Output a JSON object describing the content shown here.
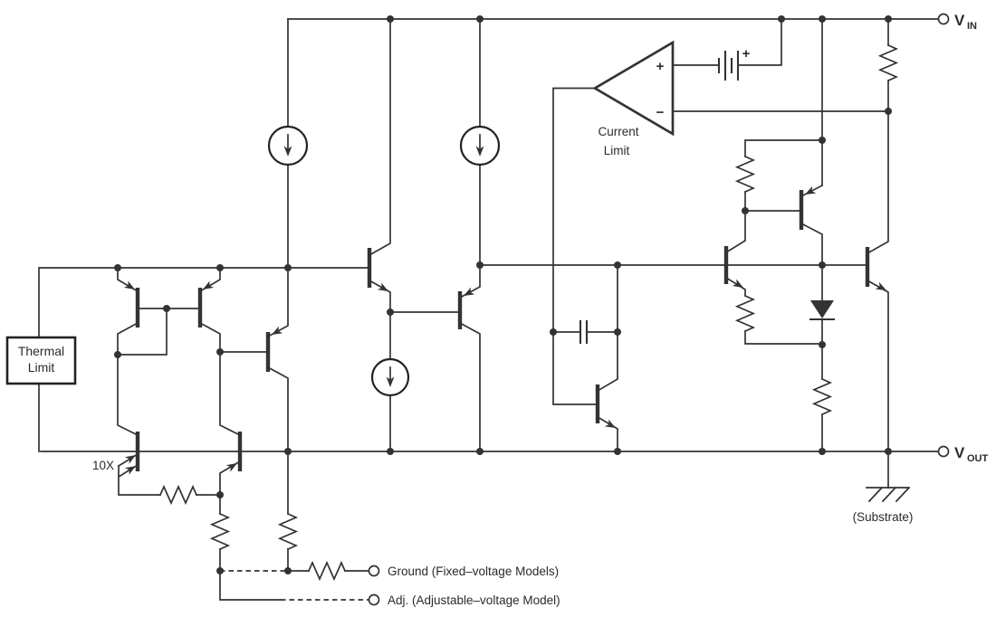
{
  "title": "Voltage regulator internal block diagram schematic",
  "colors": {
    "line": "#333333",
    "background": "#ffffff"
  },
  "labels": {
    "thermal_box": {
      "line1": "Thermal",
      "line2": "Limit"
    },
    "current_limit": {
      "line1": "Current",
      "line2": "Limit"
    },
    "multiplier_10x": "10X",
    "opamp": {
      "plus": "+",
      "minus": "−"
    },
    "battery_plus": "+",
    "terminals": {
      "vin": {
        "main": "V",
        "sub": "IN"
      },
      "vout": {
        "main": "V",
        "sub": "OUT"
      },
      "ground": "Ground (Fixed–voltage Models)",
      "adj": "Adj. (Adjustable–voltage Model)",
      "substrate": "(Substrate)"
    }
  },
  "components_summary": {
    "opamp": 1,
    "current_sources": 3,
    "npn_transistors": 5,
    "pnp_transistors": 6,
    "resistors": 8,
    "capacitors": 1,
    "diodes": 1,
    "battery_reference": 1,
    "blocks": [
      "Thermal Limit"
    ],
    "terminals": [
      "VIN",
      "VOUT",
      "Ground",
      "Adj.",
      "Substrate"
    ]
  }
}
